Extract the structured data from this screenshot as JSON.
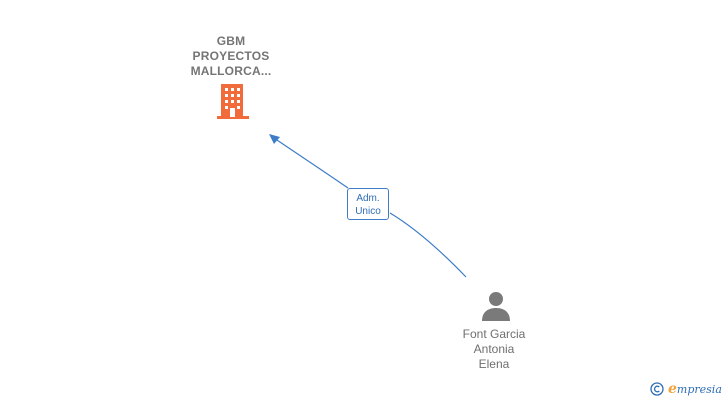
{
  "company": {
    "name_lines": [
      "GBM",
      "PROYECTOS",
      "MALLORCA..."
    ],
    "icon": "building-icon",
    "color": "#f26b3a"
  },
  "person": {
    "name_lines": [
      "Font Garcia",
      "Antonia",
      "Elena"
    ],
    "icon": "person-icon",
    "color": "#7a7a7a"
  },
  "relation": {
    "label_lines": [
      "Adm.",
      "Unico"
    ],
    "color": "#3d7dc8"
  },
  "brand": {
    "copyright_symbol": "©",
    "e_letter": "e",
    "rest": "mpresia"
  }
}
